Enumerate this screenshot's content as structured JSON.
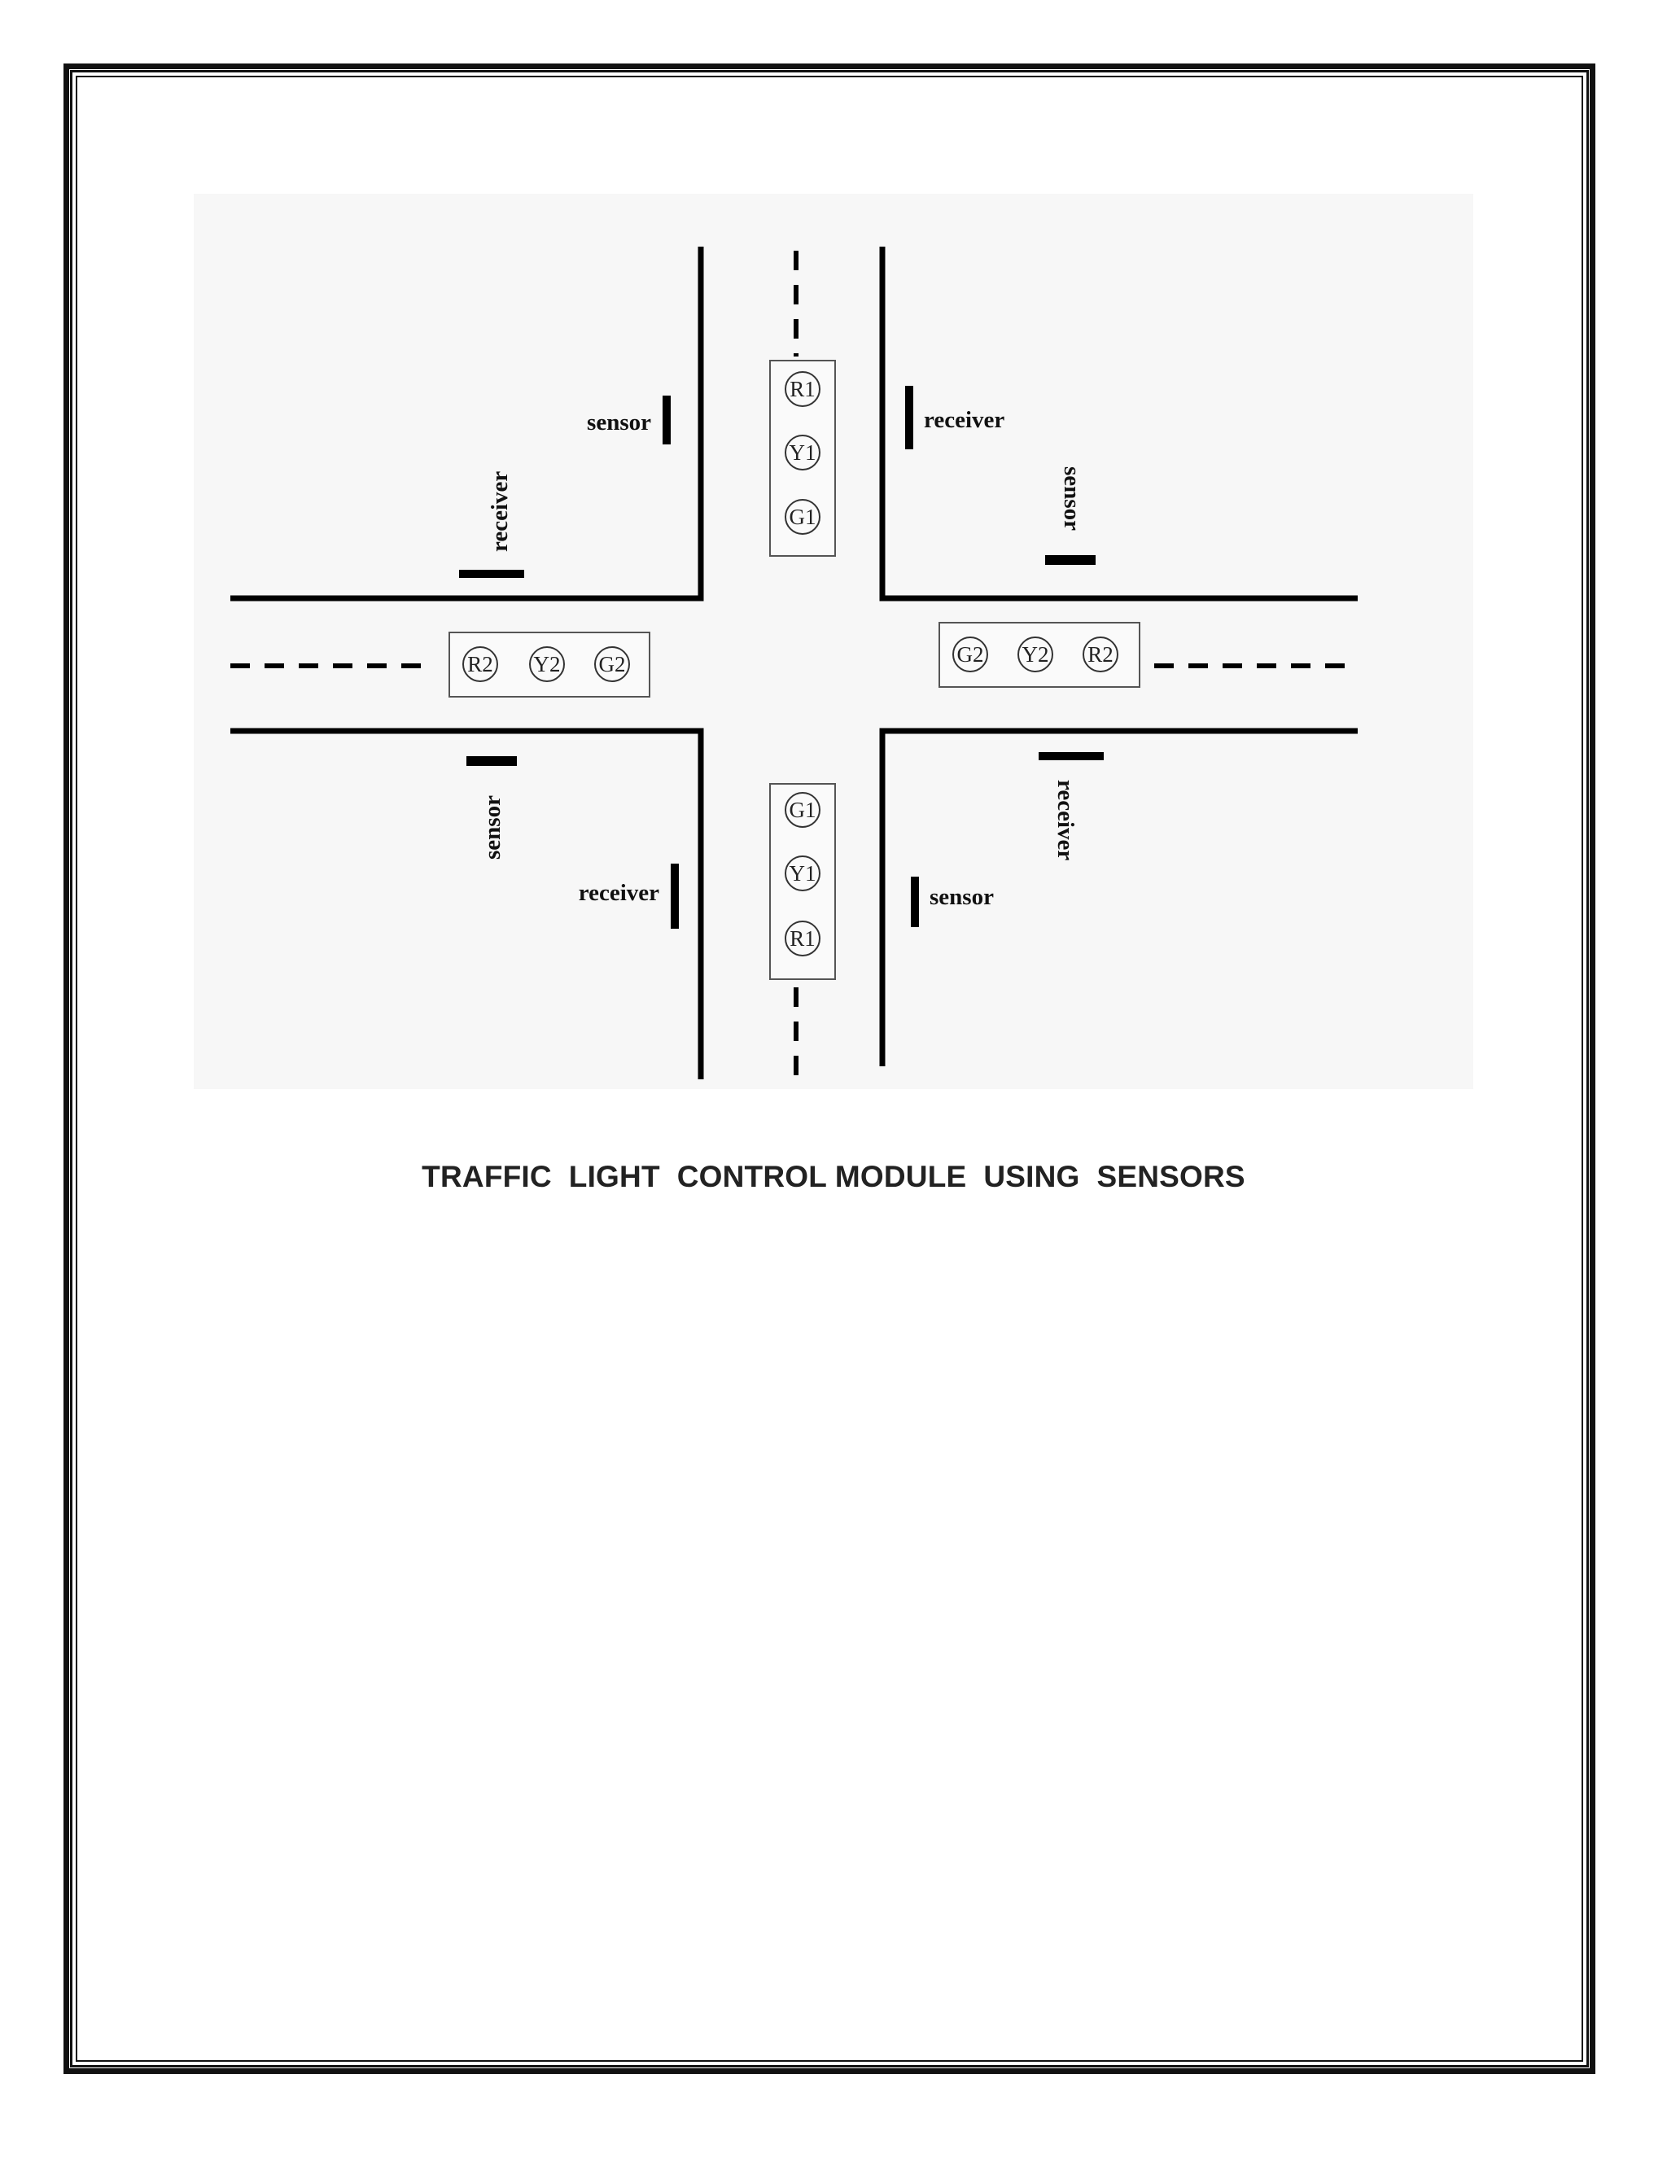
{
  "diagram": {
    "lamps": {
      "north": [
        "R1",
        "Y1",
        "G1"
      ],
      "west": [
        "R2",
        "Y2",
        "G2"
      ],
      "east": [
        "G2",
        "Y2",
        "R2"
      ],
      "south": [
        "G1",
        "Y1",
        "R1"
      ]
    },
    "labels": {
      "nw_sensor": "sensor",
      "nw_receiver": "receiver",
      "ne_receiver": "receiver",
      "ne_sensor": "sensor",
      "sw_sensor": "sensor",
      "sw_receiver": "receiver",
      "se_sensor": "sensor",
      "se_receiver": "receiver"
    }
  },
  "caption": "TRAFFIC  LIGHT  CONTROL MODULE  USING  SENSORS"
}
